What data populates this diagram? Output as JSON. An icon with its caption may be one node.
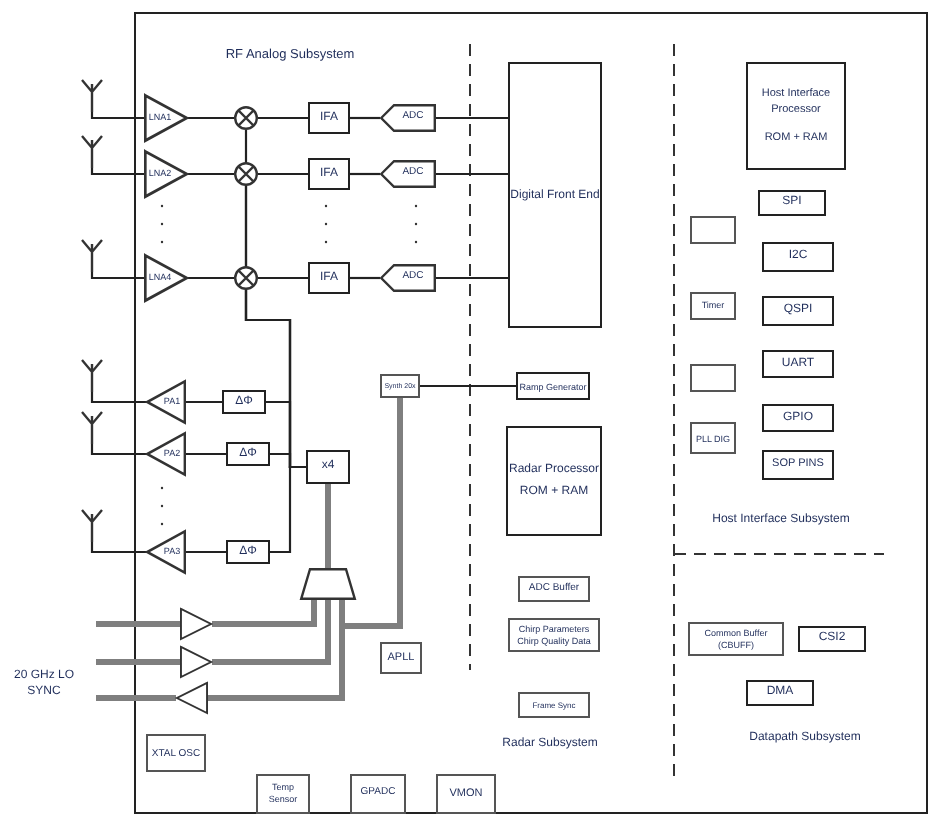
{
  "diagram": {
    "nodes": [
      {
        "text": [],
        "shape": "antenna"
      },
      {
        "text": [],
        "shape": "antenna"
      },
      {
        "text": [],
        "shape": "antenna"
      },
      {
        "text": [
          "LNA1"
        ]
      },
      {
        "text": [
          "LNA2"
        ]
      },
      {
        "text": [
          "LNA4"
        ]
      },
      {
        "text": [],
        "shape": "circle"
      },
      {
        "text": [],
        "shape": "circle"
      },
      {
        "text": [],
        "shape": "circle"
      },
      {
        "text": [
          "IFA"
        ]
      },
      {
        "text": [
          "IFA"
        ]
      },
      {
        "text": [
          "IFA"
        ]
      },
      {
        "text": [
          "ADC"
        ]
      },
      {
        "text": [
          "ADC"
        ]
      },
      {
        "text": [
          "ADC"
        ]
      },
      {
        "text": [
          "Digital Front End"
        ]
      },
      {
        "text": [],
        "shape": "antenna"
      },
      {
        "text": [],
        "shape": "antenna"
      },
      {
        "text": [],
        "shape": "antenna"
      },
      {
        "text": [
          "PA1"
        ]
      },
      {
        "text": [
          "PA2"
        ]
      },
      {
        "text": [
          "PA3"
        ]
      },
      {
        "text": [
          "ΔΦ"
        ]
      },
      {
        "text": [
          "ΔΦ"
        ]
      },
      {
        "text": [
          "ΔΦ"
        ]
      },
      {
        "text": [
          "x4"
        ]
      },
      {
        "text": [],
        "shape": "trapezoid"
      },
      {
        "text": [],
        "shape": "triangle"
      },
      {
        "text": [],
        "shape": "triangle"
      },
      {
        "text": [],
        "shape": "triangle"
      },
      {
        "text": [
          "Synth 20x"
        ]
      },
      {
        "text": [
          "Ramp Generator"
        ]
      },
      {
        "text": [
          "Radar Processor",
          "ROM + RAM"
        ]
      },
      {
        "text": [
          "APLL"
        ]
      },
      {
        "text": [
          "ADC Buffer"
        ]
      },
      {
        "text": [
          "Chirp Parameters Chirp Quality Data"
        ]
      },
      {
        "text": [
          "Frame Sync"
        ]
      },
      {
        "text": [
          "XTAL OSC"
        ]
      },
      {
        "text": [
          "Temp Sensor"
        ]
      },
      {
        "text": [
          "GPADC"
        ]
      },
      {
        "text": [
          "VMON"
        ]
      },
      {
        "text": [
          "Host Interface Processor",
          "ROM + RAM"
        ]
      },
      {
        "text": [
          "SPI"
        ]
      },
      {
        "text": [
          "I2C"
        ]
      },
      {
        "text": [
          "QSPI"
        ]
      },
      {
        "text": [
          "UART"
        ]
      },
      {
        "text": [
          "GPIO"
        ]
      },
      {
        "text": [
          "SOP PINS"
        ]
      },
      {
        "text": [],
        "shape": "box"
      },
      {
        "text": [
          "Timer"
        ]
      },
      {
        "text": [],
        "shape": "box"
      },
      {
        "text": [
          "PLL DIG"
        ]
      },
      {
        "text": [
          "Common Buffer (CBUFF)"
        ]
      },
      {
        "text": [
          "CSI2"
        ]
      },
      {
        "text": [
          "DMA"
        ]
      }
    ],
    "edges": [
      {
        "from": 0,
        "to": 3,
        "arrow": "none"
      },
      {
        "from": 1,
        "to": 4,
        "arrow": "none"
      },
      {
        "from": 2,
        "to": 5,
        "arrow": "none"
      },
      {
        "from": 3,
        "to": 6,
        "arrow": "none"
      },
      {
        "from": 4,
        "to": 7,
        "arrow": "none"
      },
      {
        "from": 5,
        "to": 8,
        "arrow": "none"
      },
      {
        "from": 6,
        "to": 9,
        "arrow": "none"
      },
      {
        "from": 7,
        "to": 10,
        "arrow": "none"
      },
      {
        "from": 8,
        "to": 11,
        "arrow": "none"
      },
      {
        "from": 9,
        "to": 12,
        "arrow": "none"
      },
      {
        "from": 10,
        "to": 13,
        "arrow": "none"
      },
      {
        "from": 11,
        "to": 14,
        "arrow": "none"
      },
      {
        "from": 12,
        "to": 15,
        "arrow": "none"
      },
      {
        "from": 13,
        "to": 15,
        "arrow": "none"
      },
      {
        "from": 14,
        "to": 15,
        "arrow": "none"
      },
      {
        "from": 25,
        "to": 6,
        "arrow": "none"
      },
      {
        "from": 25,
        "to": 7,
        "arrow": "none"
      },
      {
        "from": 25,
        "to": 8,
        "arrow": "none"
      },
      {
        "from": 25,
        "to": 22,
        "arrow": "none"
      },
      {
        "from": 25,
        "to": 23,
        "arrow": "none"
      },
      {
        "from": 25,
        "to": 24,
        "arrow": "none"
      },
      {
        "from": 22,
        "to": 19,
        "arrow": "none"
      },
      {
        "from": 23,
        "to": 20,
        "arrow": "none"
      },
      {
        "from": 24,
        "to": 21,
        "arrow": "none"
      },
      {
        "from": 19,
        "to": 16,
        "arrow": "none"
      },
      {
        "from": 20,
        "to": 17,
        "arrow": "none"
      },
      {
        "from": 21,
        "to": 18,
        "arrow": "none"
      },
      {
        "from": 26,
        "to": 25,
        "arrow": "none",
        "style": "thick",
        "color": "#7f7f7f"
      },
      {
        "from": 27,
        "to": 26,
        "arrow": "none",
        "style": "thick",
        "color": "#7f7f7f"
      },
      {
        "from": 28,
        "to": 26,
        "arrow": "none",
        "style": "thick",
        "color": "#7f7f7f"
      },
      {
        "from": 26,
        "to": 29,
        "arrow": "none",
        "style": "thick",
        "color": "#7f7f7f"
      },
      {
        "from": 26,
        "to": 30,
        "arrow": "none",
        "style": "thick",
        "color": "#7f7f7f"
      },
      {
        "from": 30,
        "to": 31,
        "arrow": "none"
      },
      {
        "from": null,
        "to": 27,
        "arrow": "none",
        "style": "thick",
        "color": "#7f7f7f"
      },
      {
        "from": null,
        "to": 28,
        "arrow": "none",
        "style": "thick",
        "color": "#7f7f7f"
      },
      {
        "from": 29,
        "to": null,
        "arrow": "none",
        "style": "thick",
        "color": "#7f7f7f"
      }
    ],
    "labels": [
      "RF Analog Subsystem",
      "20 GHz LO SYNC",
      "Host Interface Subsystem",
      "Radar Subsystem",
      "Datapath Subsystem"
    ]
  }
}
